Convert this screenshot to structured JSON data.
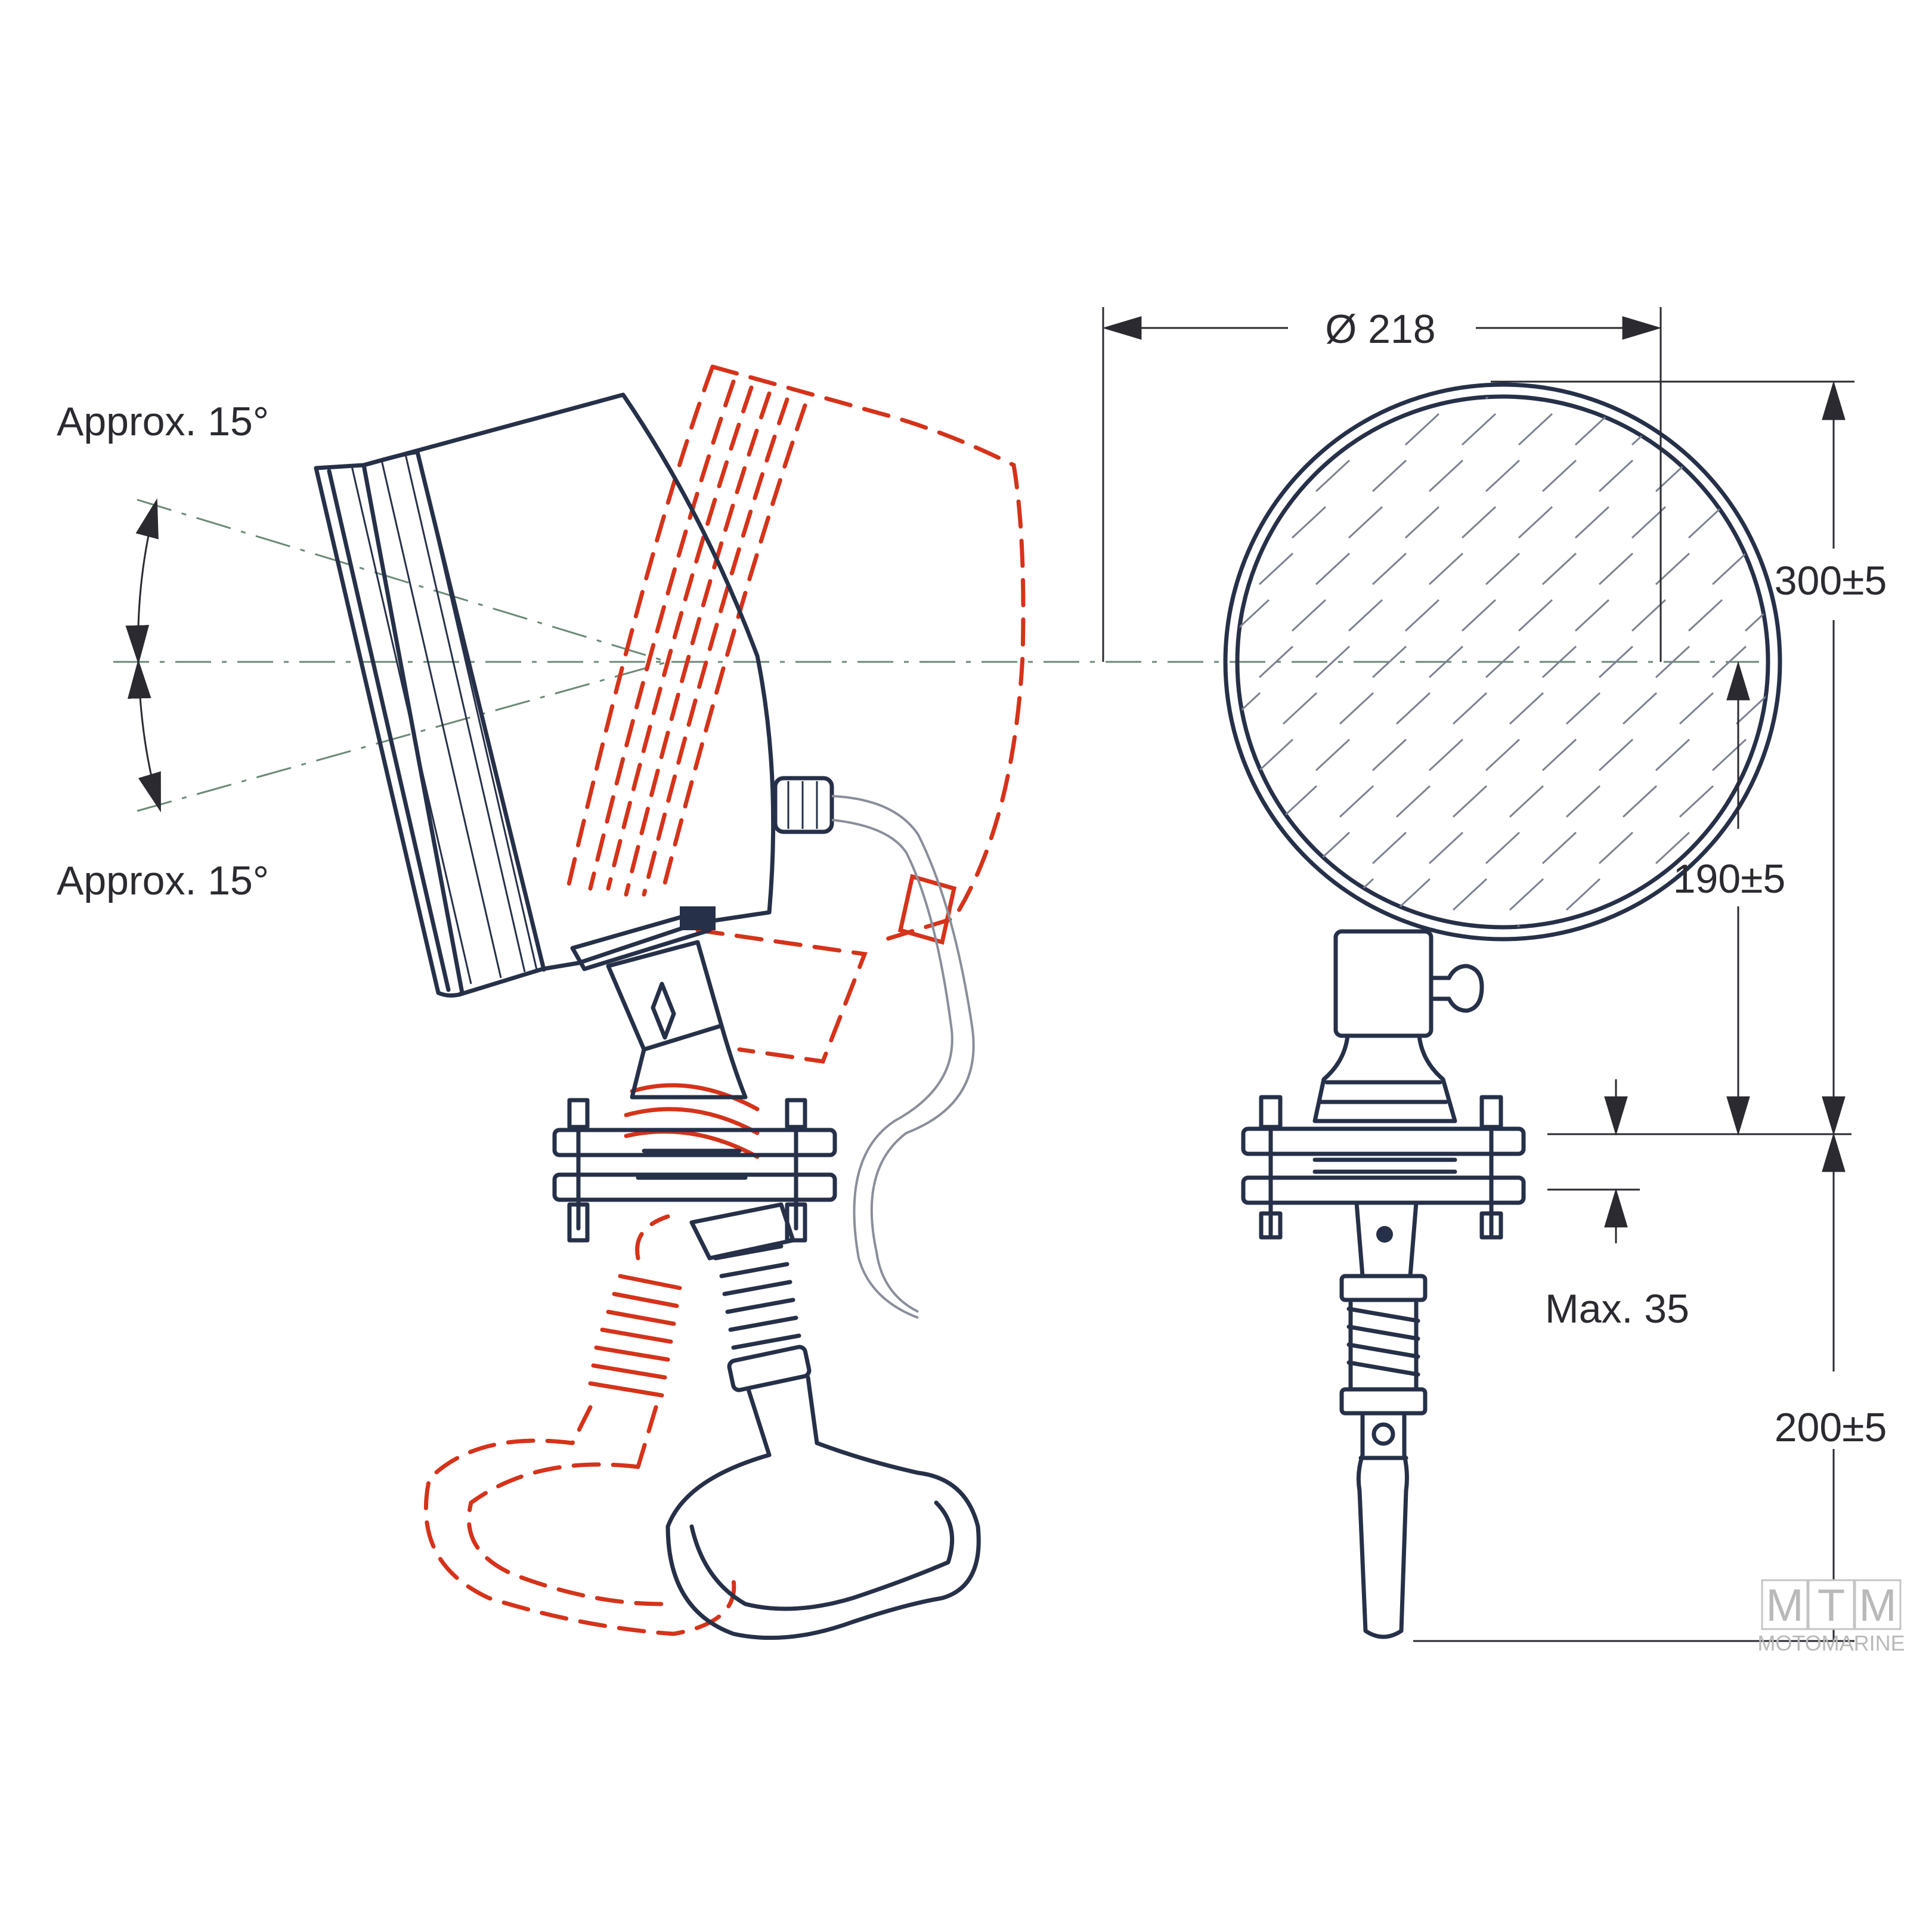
{
  "annotations": {
    "tilt_up": "Approx. 15°",
    "tilt_down": "Approx. 15°",
    "diameter": "Ø 218",
    "height_total": "300±5",
    "height_center": "190±5",
    "max_clamp": "Max. 35",
    "handle_length": "200±5"
  },
  "logo": {
    "letters": [
      "M",
      "T",
      "M"
    ],
    "tagline": "MOTOMARINE",
    "color": "#b9b9b9"
  },
  "colors": {
    "outline": "#263048",
    "alternate_position": "#d5331a",
    "center_axis": "#6a8a76"
  }
}
